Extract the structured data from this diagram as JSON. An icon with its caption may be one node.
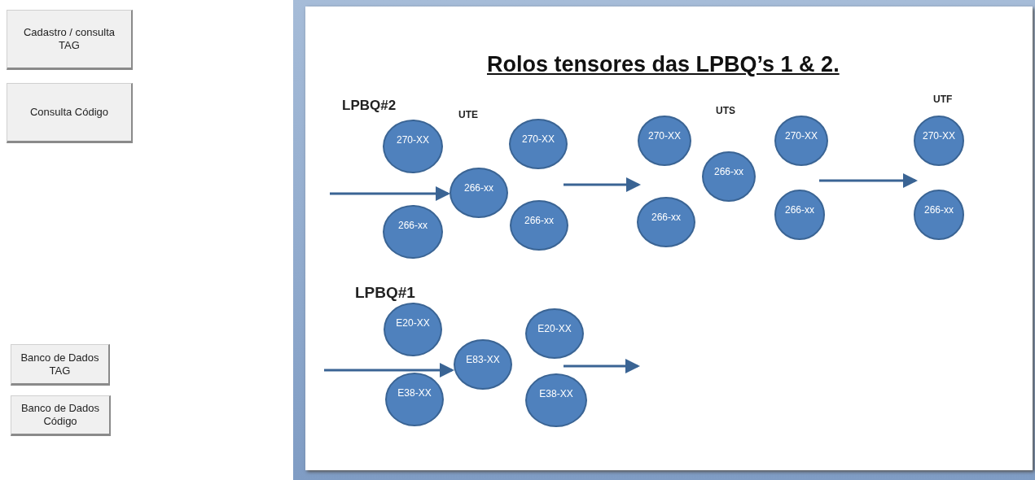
{
  "diagram": {
    "title": "Rolos tensores das LPBQ’s 1 & 2.",
    "nodes": [
      {
        "text": [
          "Cadastro / consulta TAG"
        ]
      },
      {
        "text": [
          "Consulta Código"
        ]
      },
      {
        "text": [
          "Banco de Dados TAG"
        ]
      },
      {
        "text": [
          "Banco de Dados Código"
        ]
      },
      {
        "text": [
          "270-XX"
        ]
      },
      {
        "text": [
          "266-xx"
        ]
      },
      {
        "text": [
          "266-xx"
        ]
      },
      {
        "text": [
          "270-XX"
        ]
      },
      {
        "text": [
          "266-xx"
        ]
      },
      {
        "text": [
          "270-XX"
        ]
      },
      {
        "text": [
          "266-xx"
        ]
      },
      {
        "text": [
          "266-xx"
        ]
      },
      {
        "text": [
          "270-XX"
        ]
      },
      {
        "text": [
          "266-xx"
        ]
      },
      {
        "text": [
          "270-XX"
        ]
      },
      {
        "text": [
          "266-xx"
        ]
      },
      {
        "text": [
          "E20-XX"
        ]
      },
      {
        "text": [
          "E38-XX"
        ]
      },
      {
        "text": [
          "E83-XX"
        ]
      },
      {
        "text": [
          "E20-XX"
        ]
      },
      {
        "text": [
          "E38-XX"
        ]
      }
    ],
    "edges": [
      {
        "from": null,
        "to": 6,
        "arrow": "to"
      },
      {
        "from": null,
        "to": 18,
        "arrow": "to"
      }
    ],
    "labels": [
      "LPBQ#2",
      "UTE",
      "UTS",
      "UTF",
      "LPBQ#1"
    ]
  }
}
